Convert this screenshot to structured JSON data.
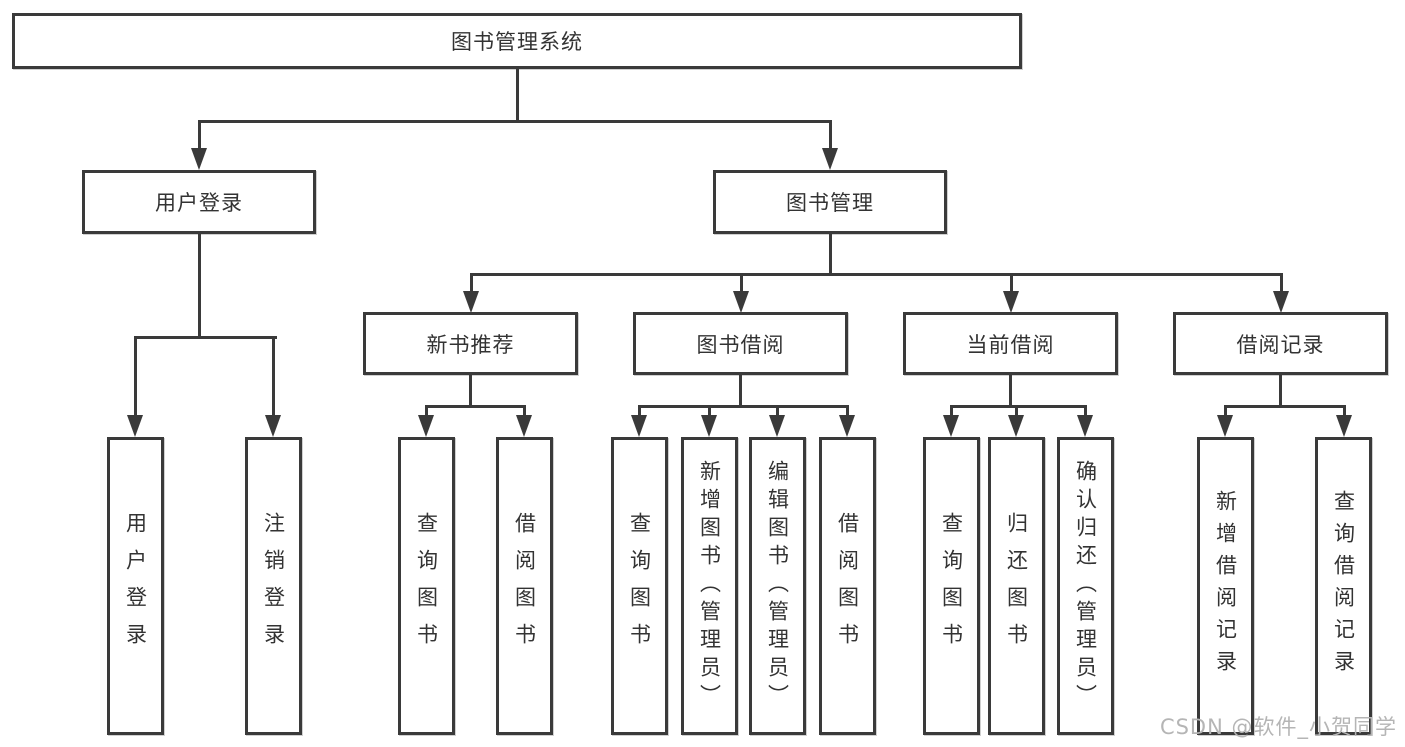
{
  "diagram": {
    "root": {
      "label": "图书管理系统"
    },
    "level1": [
      {
        "id": "user-login",
        "label": "用户登录"
      },
      {
        "id": "book-management",
        "label": "图书管理"
      }
    ],
    "level2": [
      {
        "id": "new-book-recommend",
        "label": "新书推荐",
        "parent": "图书管理"
      },
      {
        "id": "book-borrow",
        "label": "图书借阅",
        "parent": "图书管理"
      },
      {
        "id": "current-borrow",
        "label": "当前借阅",
        "parent": "图书管理"
      },
      {
        "id": "borrow-records",
        "label": "借阅记录",
        "parent": "图书管理"
      }
    ],
    "leaves": [
      {
        "label": "用户登录",
        "parent": "用户登录"
      },
      {
        "label": "注销登录",
        "parent": "用户登录"
      },
      {
        "label": "查询图书",
        "parent": "新书推荐"
      },
      {
        "label": "借阅图书",
        "parent": "新书推荐"
      },
      {
        "label": "查询图书",
        "parent": "图书借阅"
      },
      {
        "label": "新增图书（管理员）",
        "parent": "图书借阅"
      },
      {
        "label": "编辑图书（管理员）",
        "parent": "图书借阅"
      },
      {
        "label": "借阅图书",
        "parent": "图书借阅"
      },
      {
        "label": "查询图书",
        "parent": "当前借阅"
      },
      {
        "label": "归还图书",
        "parent": "当前借阅"
      },
      {
        "label": "确认归还（管理员）",
        "parent": "当前借阅"
      },
      {
        "label": "新增借阅记录",
        "parent": "借阅记录"
      },
      {
        "label": "查询借阅记录",
        "parent": "借阅记录"
      }
    ],
    "colors": {
      "line": "#3a3a3a",
      "text": "#333333",
      "watermark": "#b5b5b5"
    }
  },
  "watermark": "CSDN @软件_小贺同学"
}
